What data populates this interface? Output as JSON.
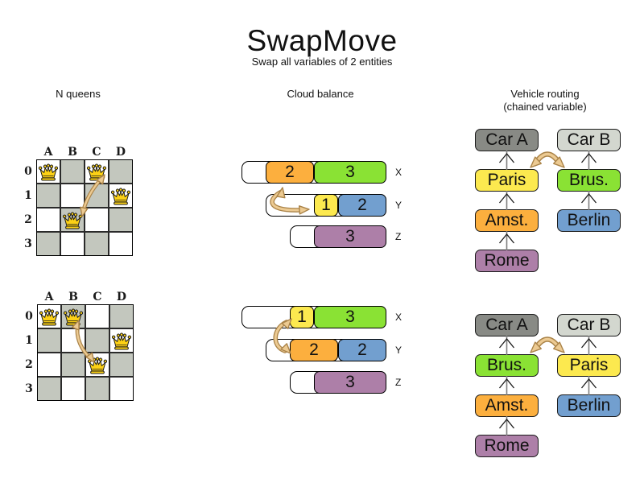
{
  "title": "SwapMove",
  "subtitle": "Swap all variables of 2 entities",
  "sections": {
    "nqueens": {
      "label": "N queens"
    },
    "cloud": {
      "label": "Cloud balance"
    },
    "vehicle": {
      "label": "Vehicle routing",
      "sublabel": "(chained variable)"
    }
  },
  "colors": {
    "yellow": "#fce94f",
    "green": "#8ae234",
    "orange": "#fcaf3e",
    "blue": "#729fcf",
    "purple": "#ad7fa8",
    "car_a": "#888a85",
    "car_b": "#d3d7cf",
    "board_dark": "#c3c7be",
    "board_light": "#ffffff",
    "queen_gold": "#fcd116",
    "arrow_fill": "#ecca92",
    "arrow_stroke": "#aa8348"
  },
  "nqueens_boards": [
    {
      "state": "before",
      "columns": [
        "A",
        "B",
        "C",
        "D"
      ],
      "rows": [
        "0",
        "1",
        "2",
        "3"
      ],
      "queens": [
        {
          "col": 0,
          "row": 0
        },
        {
          "col": 2,
          "row": 0
        },
        {
          "col": 3,
          "row": 1
        },
        {
          "col": 1,
          "row": 2
        }
      ],
      "swap": "C0 <-> B2"
    },
    {
      "state": "after",
      "columns": [
        "A",
        "B",
        "C",
        "D"
      ],
      "rows": [
        "0",
        "1",
        "2",
        "3"
      ],
      "queens": [
        {
          "col": 0,
          "row": 0
        },
        {
          "col": 1,
          "row": 0
        },
        {
          "col": 3,
          "row": 1
        },
        {
          "col": 2,
          "row": 2
        }
      ],
      "swap": "B0 <-> C2"
    }
  ],
  "cloud_states": [
    {
      "state": "before",
      "rows": [
        {
          "label": "X",
          "capacity": 6,
          "blocks": [
            {
              "value": "2",
              "color": "orange",
              "size": 2
            },
            {
              "value": "3",
              "color": "green",
              "size": 3
            }
          ]
        },
        {
          "label": "Y",
          "capacity": 5,
          "blocks": [
            {
              "value": "1",
              "color": "yellow",
              "size": 1
            },
            {
              "value": "2",
              "color": "blue",
              "size": 2
            }
          ]
        },
        {
          "label": "Z",
          "capacity": 4,
          "blocks": [
            {
              "value": "3",
              "color": "purple",
              "size": 3
            }
          ]
        }
      ]
    },
    {
      "state": "after",
      "rows": [
        {
          "label": "X",
          "capacity": 6,
          "blocks": [
            {
              "value": "1",
              "color": "yellow",
              "size": 1
            },
            {
              "value": "3",
              "color": "green",
              "size": 3
            }
          ]
        },
        {
          "label": "Y",
          "capacity": 5,
          "blocks": [
            {
              "value": "2",
              "color": "orange",
              "size": 2
            },
            {
              "value": "2",
              "color": "blue",
              "size": 2
            }
          ]
        },
        {
          "label": "Z",
          "capacity": 4,
          "blocks": [
            {
              "value": "3",
              "color": "purple",
              "size": 3
            }
          ]
        }
      ]
    }
  ],
  "vehicle_states": [
    {
      "state": "before",
      "chains": [
        {
          "boxes": [
            {
              "label": "Car A",
              "color": "car_a"
            },
            {
              "label": "Paris",
              "color": "yellow"
            },
            {
              "label": "Amst.",
              "color": "orange"
            },
            {
              "label": "Rome",
              "color": "purple"
            }
          ]
        },
        {
          "boxes": [
            {
              "label": "Car B",
              "color": "car_b"
            },
            {
              "label": "Brus.",
              "color": "green"
            },
            {
              "label": "Berlin",
              "color": "blue"
            }
          ]
        }
      ],
      "swap": "Paris <-> Brus."
    },
    {
      "state": "after",
      "chains": [
        {
          "boxes": [
            {
              "label": "Car A",
              "color": "car_a"
            },
            {
              "label": "Brus.",
              "color": "green"
            },
            {
              "label": "Amst.",
              "color": "orange"
            },
            {
              "label": "Rome",
              "color": "purple"
            }
          ]
        },
        {
          "boxes": [
            {
              "label": "Car B",
              "color": "car_b"
            },
            {
              "label": "Paris",
              "color": "yellow"
            },
            {
              "label": "Berlin",
              "color": "blue"
            }
          ]
        }
      ],
      "swap": "Brus. <-> Paris"
    }
  ]
}
